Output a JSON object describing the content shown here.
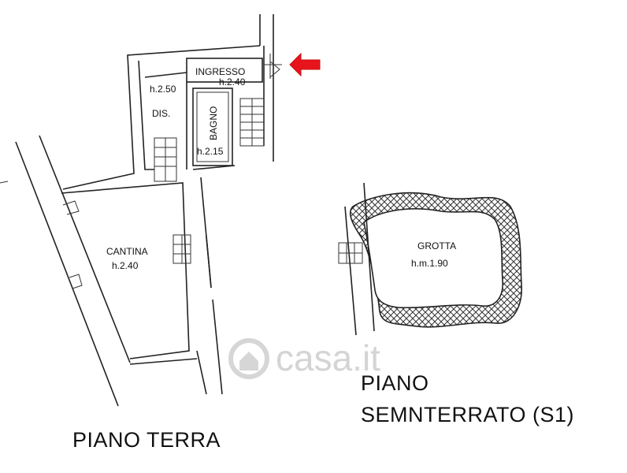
{
  "plans": {
    "ground_floor": {
      "title": "PIANO TERRA",
      "rooms": [
        {
          "name": "INGRESSO",
          "height": "h.2.40"
        },
        {
          "name": "DIS.",
          "height": "h.2.50"
        },
        {
          "name": "BAGNO",
          "height": "h.2.15"
        },
        {
          "name": "CANTINA",
          "height": "h.2.40"
        }
      ]
    },
    "basement": {
      "title_line1": "PIANO",
      "title_line2": "SEMNTERRATO (S1)",
      "rooms": [
        {
          "name": "GROTTA",
          "height": "h.m.1.90"
        }
      ]
    }
  },
  "entrance_marker": {
    "icon": "arrow-left-icon",
    "color": "#e8141b"
  },
  "watermark": {
    "text": "casa.it"
  }
}
